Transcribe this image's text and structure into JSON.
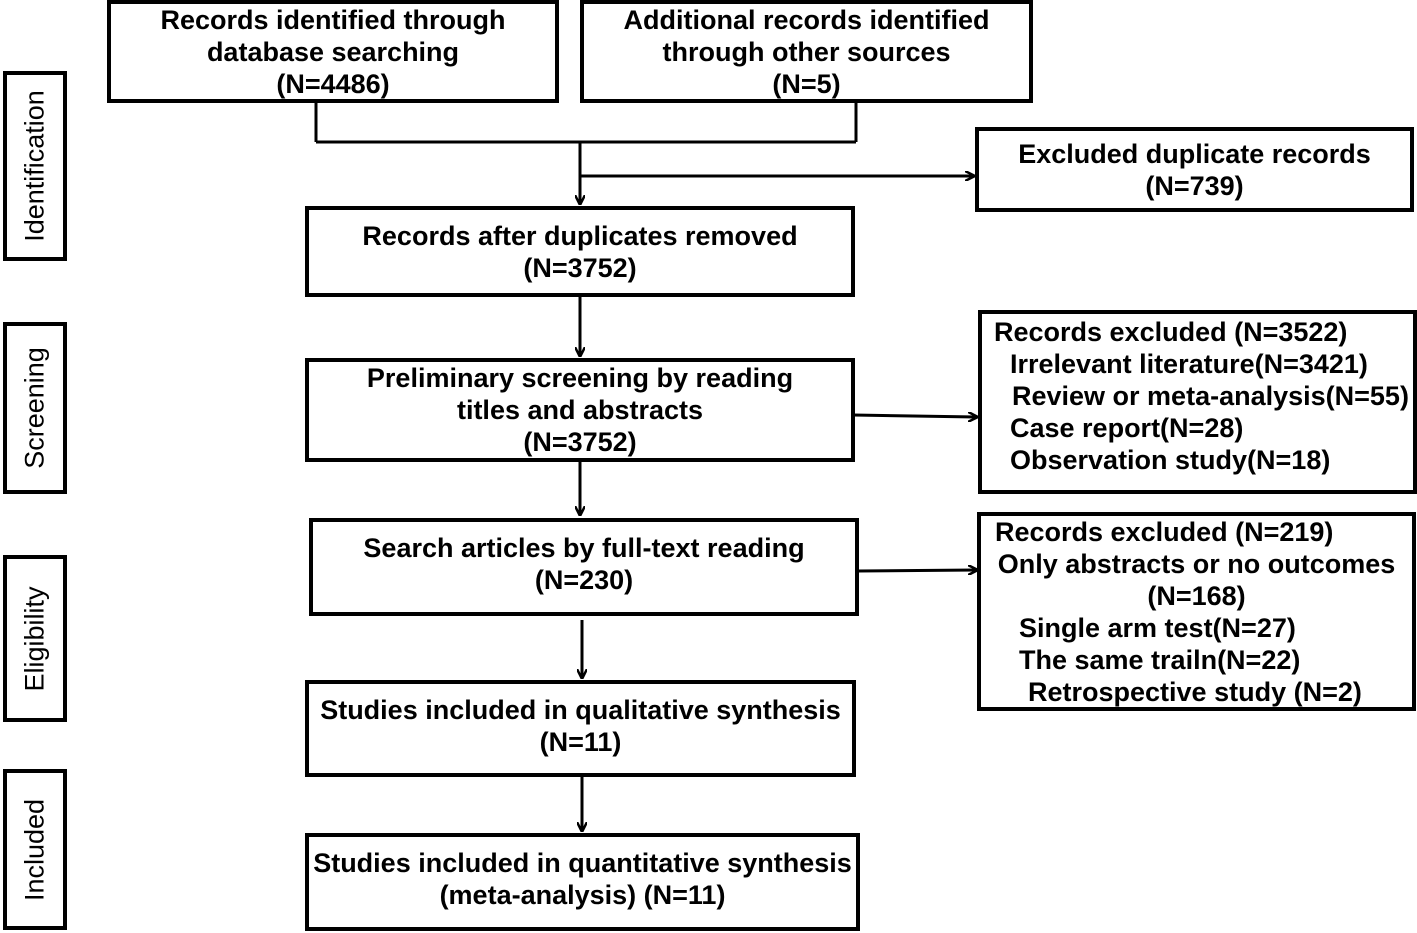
{
  "stages": [
    {
      "key": "identification",
      "label": "Identification"
    },
    {
      "key": "screening",
      "label": "Screening"
    },
    {
      "key": "eligibility",
      "label": "Eligibility"
    },
    {
      "key": "included",
      "label": "Included"
    }
  ],
  "boxes": {
    "database_search": {
      "lines": [
        "Records identified through",
        "database searching",
        "(N=4486)"
      ]
    },
    "other_sources": {
      "lines": [
        "Additional records identified",
        "through other sources",
        "(N=5)"
      ]
    },
    "duplicates_excluded": {
      "lines": [
        "Excluded duplicate records",
        "(N=739)"
      ]
    },
    "after_duplicates": {
      "lines": [
        "Records after duplicates removed",
        "(N=3752)"
      ]
    },
    "preliminary_screening": {
      "lines": [
        "Preliminary screening by reading",
        "titles and abstracts",
        "(N=3752)"
      ]
    },
    "screening_excluded": {
      "lines": [
        "Records excluded (N=3522)",
        "Irrelevant literature(N=3421)",
        "Review or meta-analysis(N=55)",
        "Case report(N=28)",
        "Observation study(N=18)"
      ]
    },
    "full_text": {
      "lines": [
        "Search articles by full-text reading",
        "(N=230)"
      ]
    },
    "eligibility_excluded": {
      "lines": [
        "Records excluded (N=219)",
        "Only abstracts or no outcomes",
        "(N=168)",
        "Single arm test(N=27)",
        "The same trailn(N=22)",
        "Retrospective study (N=2)"
      ]
    },
    "qualitative": {
      "lines": [
        "Studies included in qualitative synthesis",
        "(N=11)"
      ]
    },
    "quantitative": {
      "lines": [
        "Studies included in quantitative synthesis",
        "(meta-analysis) (N=11)"
      ]
    }
  }
}
